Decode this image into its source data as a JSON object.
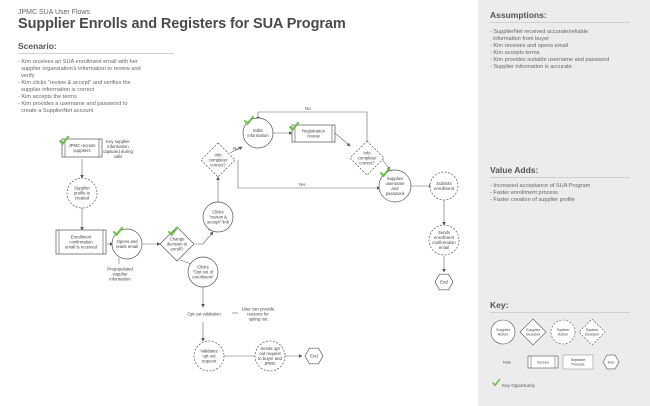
{
  "header": {
    "eyebrow": "JPMC SUA User Flows",
    "title": "Supplier Enrolls and Registers for SUA Program"
  },
  "scenario": {
    "heading": "Scenario:",
    "items": [
      "- Kim receives an SUA enrollment email with her",
      "  supplier organization's information to review and",
      "  verify",
      "- Kim clicks \"review & accept\" and verifies the",
      "  supplier information is correct",
      "- Kim accepts the terms",
      "- Kim provides a username and password to",
      "  create a SupplierNet account"
    ]
  },
  "assumptions": {
    "heading": "Assumptions:",
    "items": [
      "- SupplierNet received accurate/reliable",
      "  information from buyer",
      "- Kim receives and opens email",
      "- Kim accepts terms",
      "- Kim provides suitable username and password",
      "- Supplier information is accurate"
    ]
  },
  "value_adds": {
    "heading": "Value Adds:",
    "items": [
      "- Increased acceptance of SUA Program",
      "- Faster enrollment process",
      "- Faster creation of supplier profile"
    ]
  },
  "key": {
    "heading": "Key:",
    "circle_solid": [
      "Supplier",
      "Action"
    ],
    "diamond_solid": [
      "Supplier",
      "Decision"
    ],
    "circle_dashed": [
      "System",
      "Action"
    ],
    "diamond_dashed": [
      "System",
      "Decision"
    ],
    "rect_plain": "Note",
    "rect_double": "Screen",
    "rect_outline": [
      "Separate",
      "Process"
    ],
    "hex": "End",
    "key_opportunity": "Key Opportunity"
  },
  "flow": {
    "jpmc_recruits": [
      "JPMC recruits",
      "suppliers"
    ],
    "note_key_info": [
      "Key supplier",
      "information",
      "captured during",
      "calls"
    ],
    "supplier_profile": [
      "Supplier",
      "profile is",
      "created"
    ],
    "enrollment_email": [
      "Enrollment",
      "confirmation",
      "email is received"
    ],
    "opens_email": [
      "Opens and",
      "reads email"
    ],
    "note_prepopulated": [
      "Prepopulated",
      "supplier",
      "information"
    ],
    "change_decision": [
      "Change",
      "decision to",
      "enroll?"
    ],
    "clicks_review": [
      "Clicks",
      "\"review &",
      "accept\" link"
    ],
    "clicks_opt_out": [
      "Clicks",
      "\"Opt out of",
      "enrollment\""
    ],
    "info_correct": [
      "Info",
      "completer",
      "correct?"
    ],
    "edits_info": [
      "Edits",
      "information"
    ],
    "registration_review": [
      "Registration",
      "review"
    ],
    "info_complete_2": [
      "Info",
      "complete/",
      "correct?"
    ],
    "supplies_credentials": [
      "Supplies",
      "username",
      "and",
      "password"
    ],
    "submits_enrollment": [
      "Submits",
      "enrollment"
    ],
    "sends_confirmation": [
      "Sends",
      "enrollment",
      "confirmation",
      "email"
    ],
    "end_label": "End",
    "opt_out_validation": "Opt out validation",
    "user_can_provide": [
      "User can provide",
      "reasons for",
      "opting out"
    ],
    "validates_opt_out": [
      "Validates",
      "opt out",
      "request"
    ],
    "sends_opt_out": [
      "Sends opt",
      "out request",
      "to buyer and",
      "JPMC"
    ],
    "label_no": "No",
    "label_yes": "Yes"
  },
  "colors": {
    "accent_check": "#6cc04a",
    "side_bg": "#ececec",
    "stroke": "#555555"
  }
}
